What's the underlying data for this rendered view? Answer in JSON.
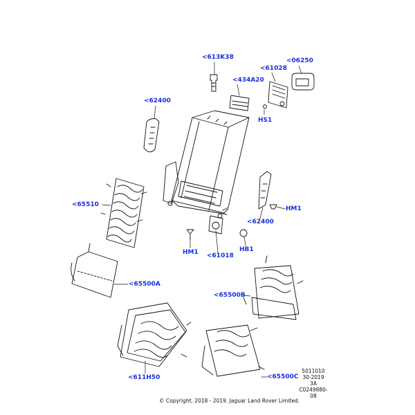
{
  "callouts": {
    "c613K38": "<613K38",
    "c06250": "<06250",
    "c61028": "<61028",
    "c434A20": "<434A20",
    "cHS1": "HS1",
    "c62400a": "<62400",
    "c65510": "<65510",
    "cHM1a": "HM1",
    "c62400b": "<62400",
    "cHM1b": "HM1",
    "c61018": "<61018",
    "cHB1": "HB1",
    "c65500A": "<65500A",
    "c65500B": "<65500B",
    "c611H50": "<611H50",
    "c65500C": "<65500C"
  },
  "meta": {
    "line1": "5011010",
    "line2": "30-2019",
    "line3": "3A",
    "line4": "C0249880-08"
  },
  "copyright": "© Copyright, 2018 - 2019. Jaguar Land Rover Limited.",
  "colors": {
    "callout": "#1a2fd6",
    "line": "#111111"
  }
}
